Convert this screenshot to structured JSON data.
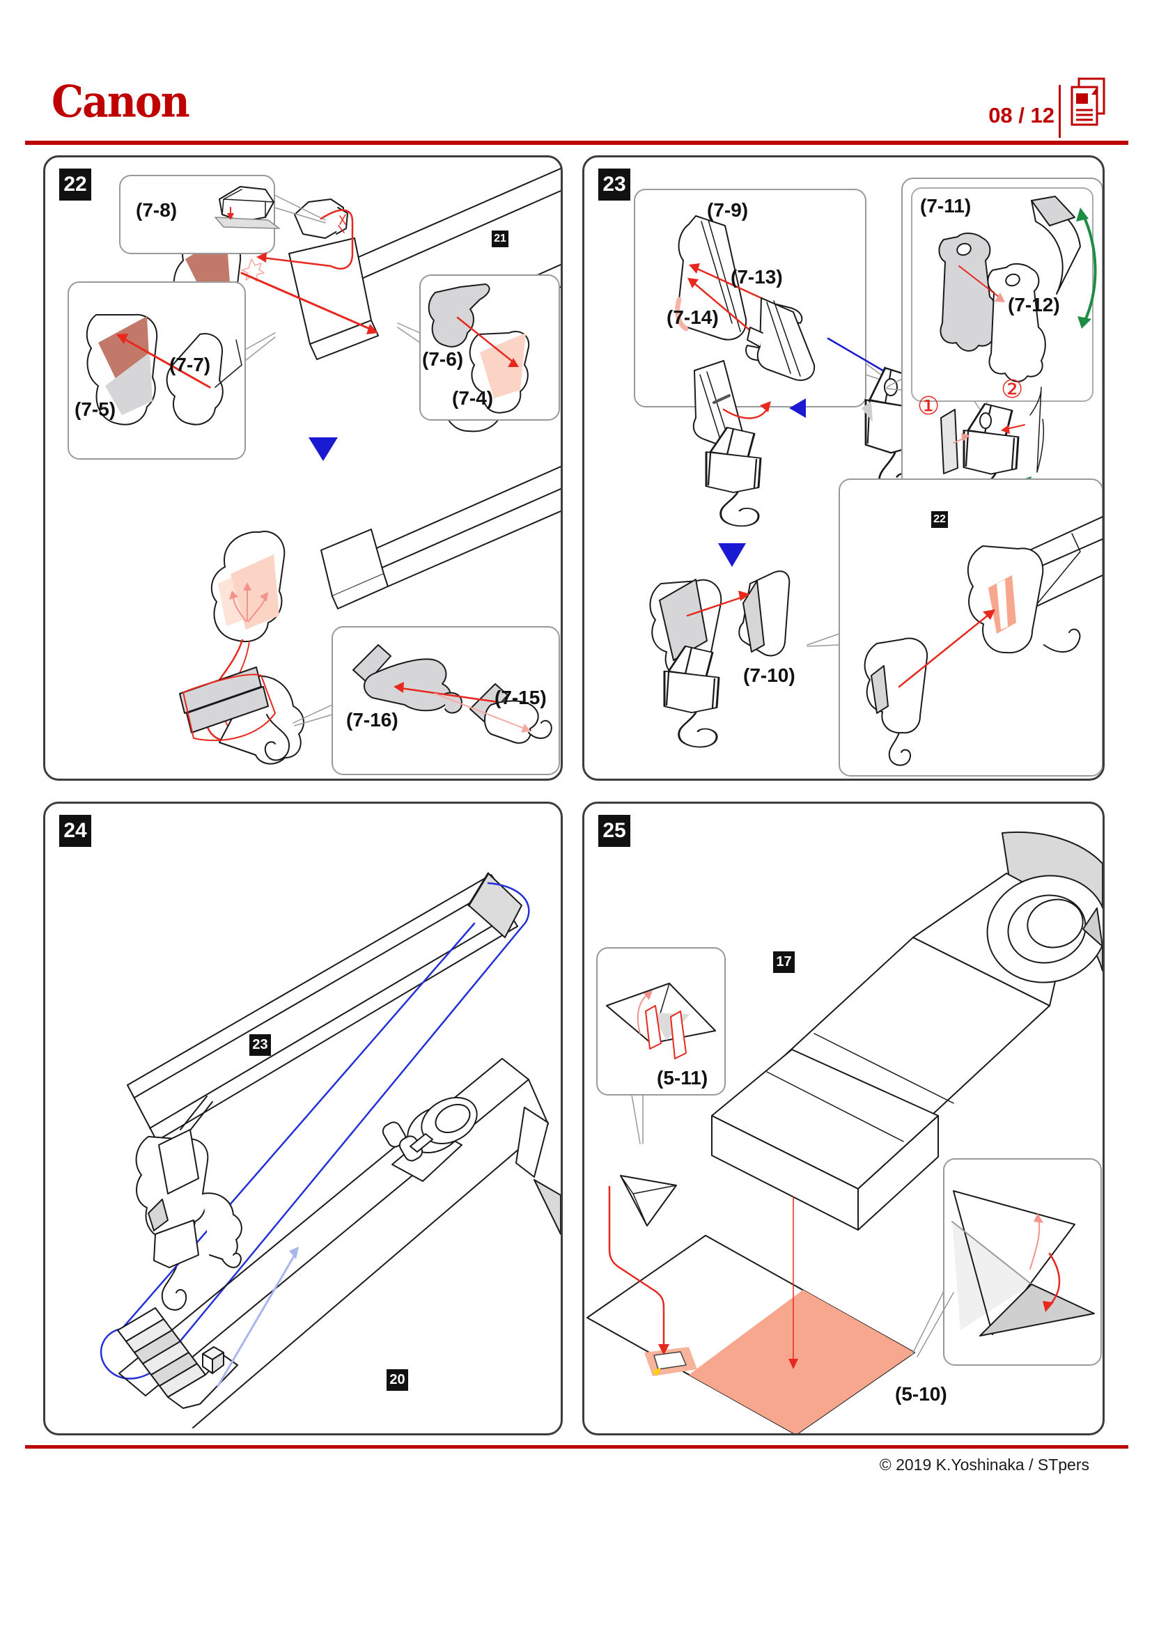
{
  "header": {
    "logo": "Canon",
    "page_indicator": "08 / 12"
  },
  "footer": {
    "copyright": "© 2019 K.Yoshinaka / STpers"
  },
  "colors": {
    "accent_red": "#bf0000",
    "diagram_red": "#e8281e",
    "pink_fill": "#fbd4c6",
    "salmon_fill": "#f7a78d",
    "brown_fill": "#c3796a",
    "gray_fill": "#d6d6d8",
    "blue_marker": "#1a1ad2",
    "green_arrow": "#1f8c44"
  },
  "panels": {
    "step22": {
      "badge": "22",
      "boom_ref": "21",
      "callout_part": "(7-8)",
      "left_inset": {
        "part_front": "(7-5)",
        "part_back": "(7-7)"
      },
      "right_inset": {
        "part_front": "(7-6)",
        "part_back": "(7-4)"
      },
      "bottom_inset": {
        "part_left": "(7-16)",
        "part_right": "(7-15)"
      }
    },
    "step23": {
      "badge": "23",
      "top_inset": {
        "part_main": "(7-9)",
        "strip_a": "(7-13)",
        "strip_b": "(7-14)"
      },
      "right_inset": {
        "part_gray": "(7-11)",
        "part_white": "(7-12)",
        "marker_1": "①",
        "marker_2": "②"
      },
      "part_cover": "(7-10)",
      "boom_ref": "22"
    },
    "step24": {
      "badge": "24",
      "boom_ref": "23",
      "base_ref": "20"
    },
    "step25": {
      "badge": "25",
      "cab_ref": "17",
      "callout_part": "(5-11)",
      "sheet_part": "(5-10)"
    }
  }
}
